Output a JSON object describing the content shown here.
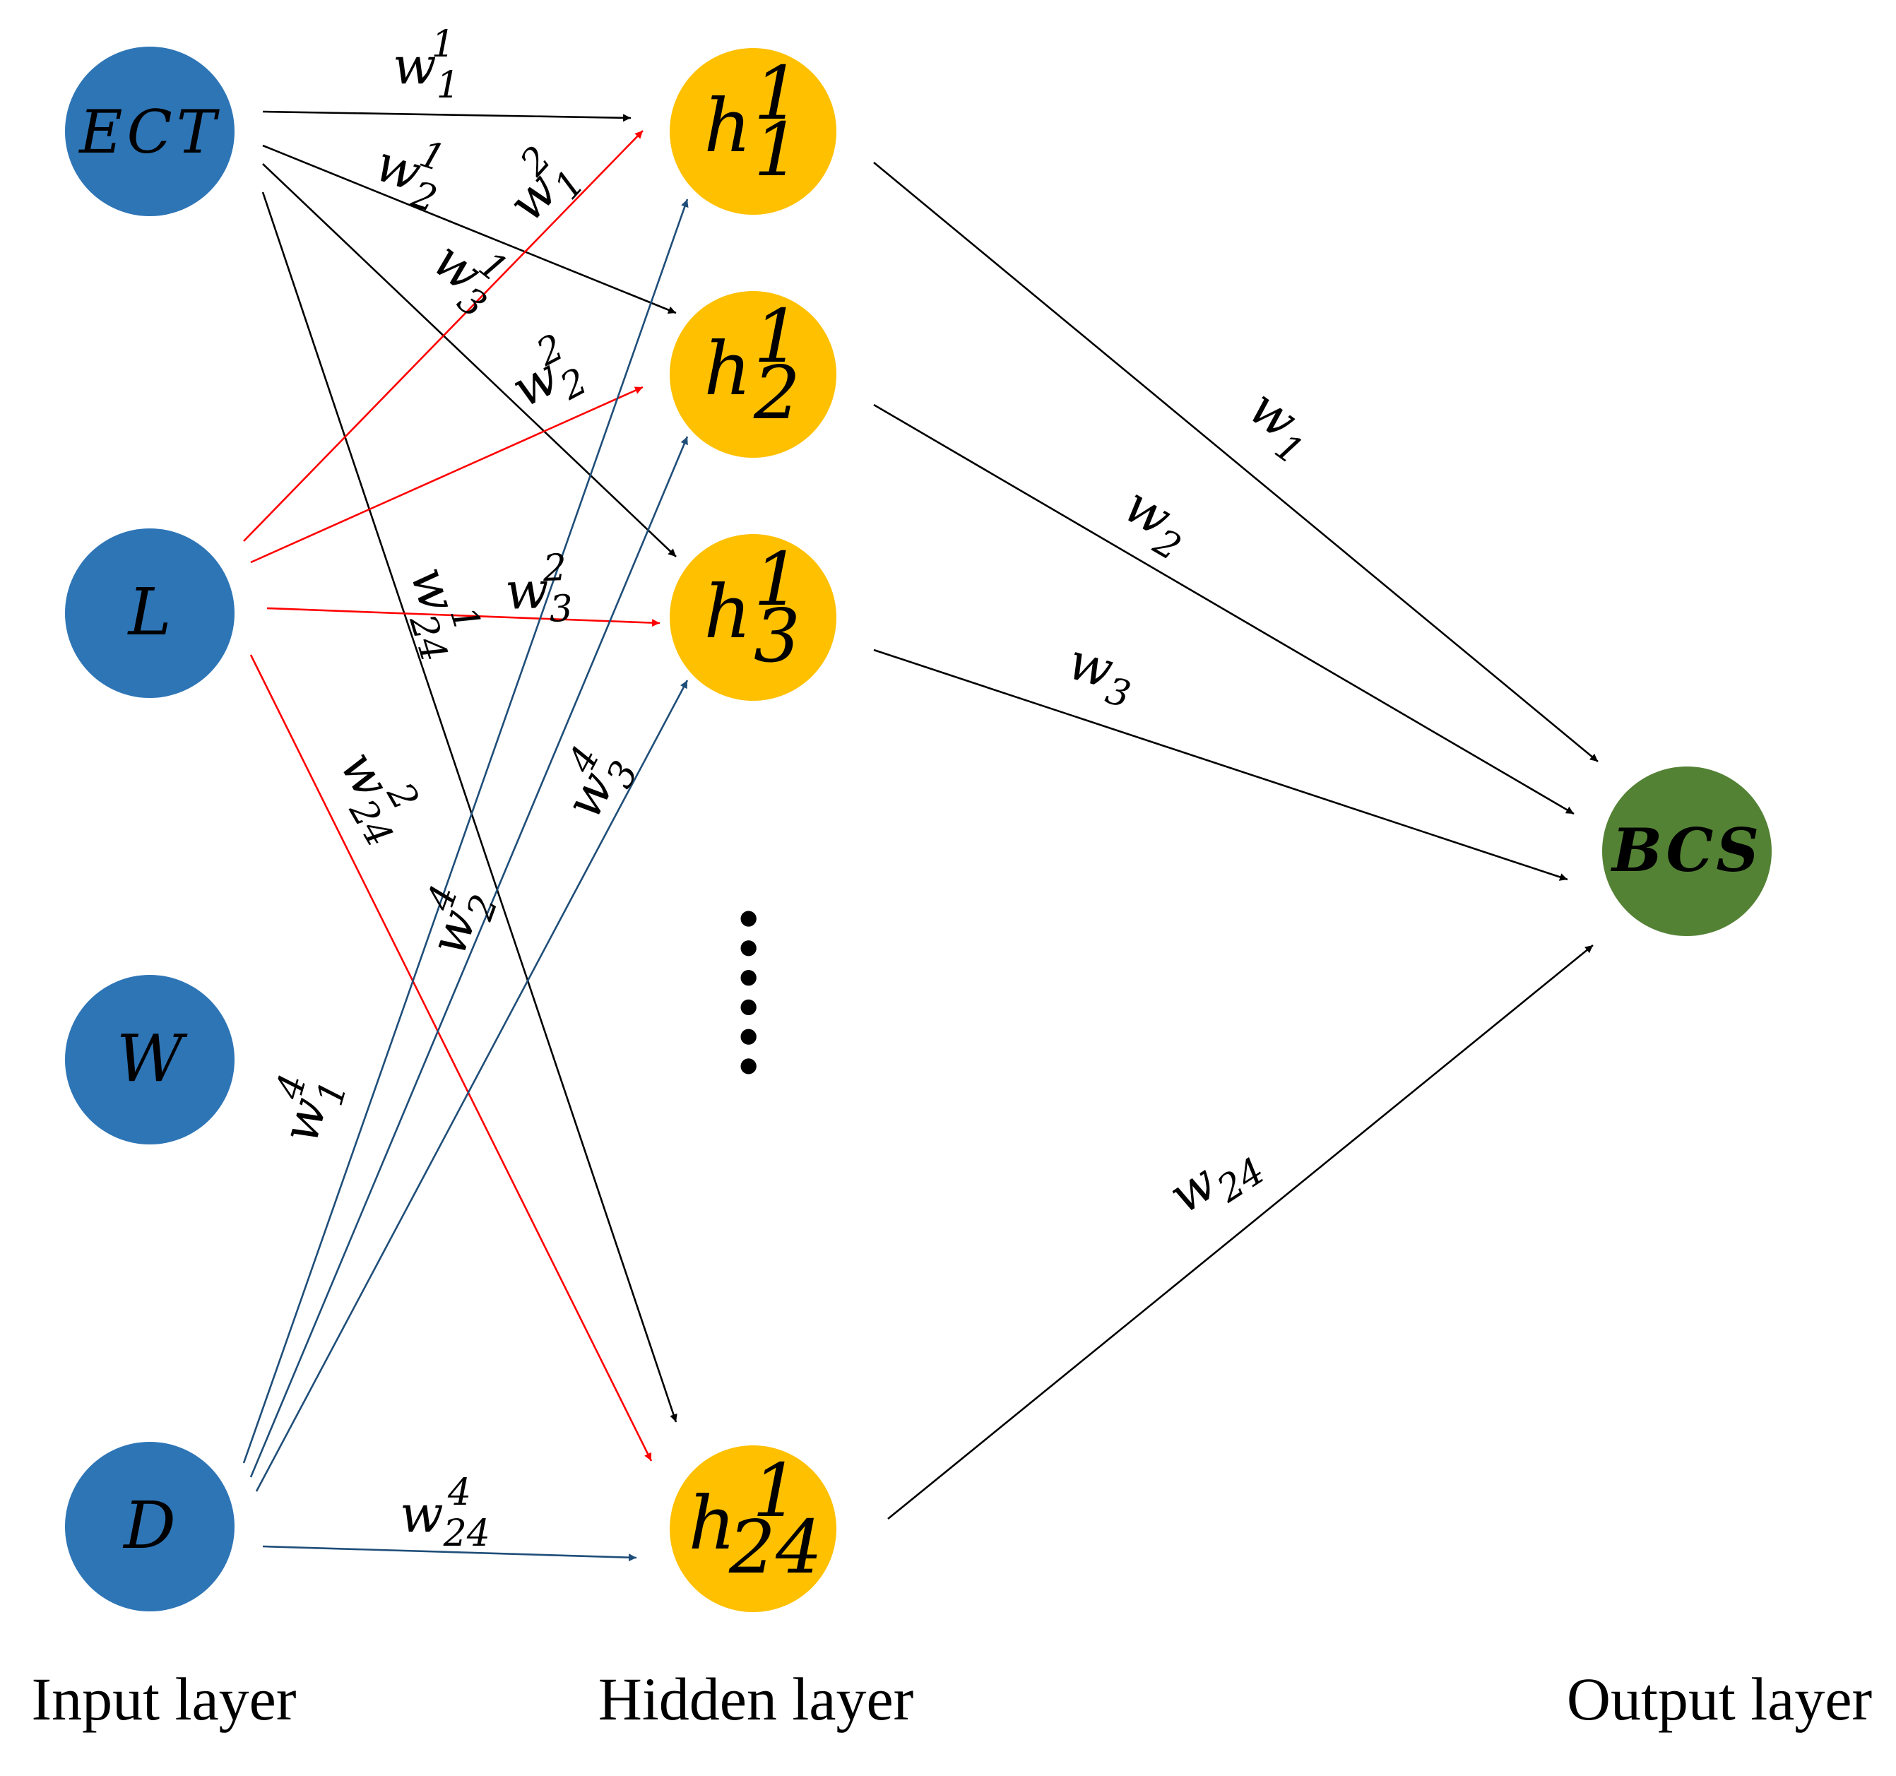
{
  "input_layer": {
    "label": "Input layer",
    "color": "#2E75B6",
    "nodes": [
      {
        "id": "ect",
        "label": "ECT"
      },
      {
        "id": "l",
        "label": "L"
      },
      {
        "id": "w",
        "label": "W"
      },
      {
        "id": "d",
        "label": "D"
      }
    ]
  },
  "hidden_layer": {
    "label": "Hidden layer",
    "color": "#FFC000",
    "ellipsis": "......",
    "nodes": [
      {
        "id": "h1",
        "base": "h",
        "sup": "1",
        "sub": "1"
      },
      {
        "id": "h2",
        "base": "h",
        "sup": "1",
        "sub": "2"
      },
      {
        "id": "h3",
        "base": "h",
        "sup": "1",
        "sub": "3"
      },
      {
        "id": "h24",
        "base": "h",
        "sup": "1",
        "sub": "24"
      }
    ]
  },
  "output_layer": {
    "label": "Output layer",
    "color": "#548235",
    "nodes": [
      {
        "id": "bcs",
        "label": "BCS"
      }
    ]
  },
  "edge_colors": {
    "ect": "#000000",
    "l": "#FF0000",
    "d": "#1F4E79",
    "hidden": "#000000"
  },
  "connections": {
    "ect_to_hidden": [
      {
        "to": "h1",
        "base": "w",
        "sub": "1",
        "sup": "1"
      },
      {
        "to": "h2",
        "base": "w",
        "sub": "2",
        "sup": "1"
      },
      {
        "to": "h3",
        "base": "w",
        "sub": "3",
        "sup": "1"
      },
      {
        "to": "h24",
        "base": "w",
        "sub": "24",
        "sup": "1"
      }
    ],
    "l_to_hidden": [
      {
        "to": "h1",
        "base": "w",
        "sub": "1",
        "sup": "2"
      },
      {
        "to": "h2",
        "base": "w",
        "sub": "2",
        "sup": "2"
      },
      {
        "to": "h3",
        "base": "w",
        "sub": "3",
        "sup": "2"
      },
      {
        "to": "h24",
        "base": "w",
        "sub": "24",
        "sup": "2"
      }
    ],
    "d_to_hidden": [
      {
        "to": "h1",
        "base": "w",
        "sub": "1",
        "sup": "4"
      },
      {
        "to": "h2",
        "base": "w",
        "sub": "2",
        "sup": "4"
      },
      {
        "to": "h3",
        "base": "w",
        "sub": "3",
        "sup": "4"
      },
      {
        "to": "h24",
        "base": "w",
        "sub": "24",
        "sup": "4"
      }
    ],
    "hidden_to_output": [
      {
        "from": "h1",
        "base": "w",
        "sub": "1"
      },
      {
        "from": "h2",
        "base": "w",
        "sub": "2"
      },
      {
        "from": "h3",
        "base": "w",
        "sub": "3"
      },
      {
        "from": "h24",
        "base": "w",
        "sub": "24"
      }
    ]
  }
}
